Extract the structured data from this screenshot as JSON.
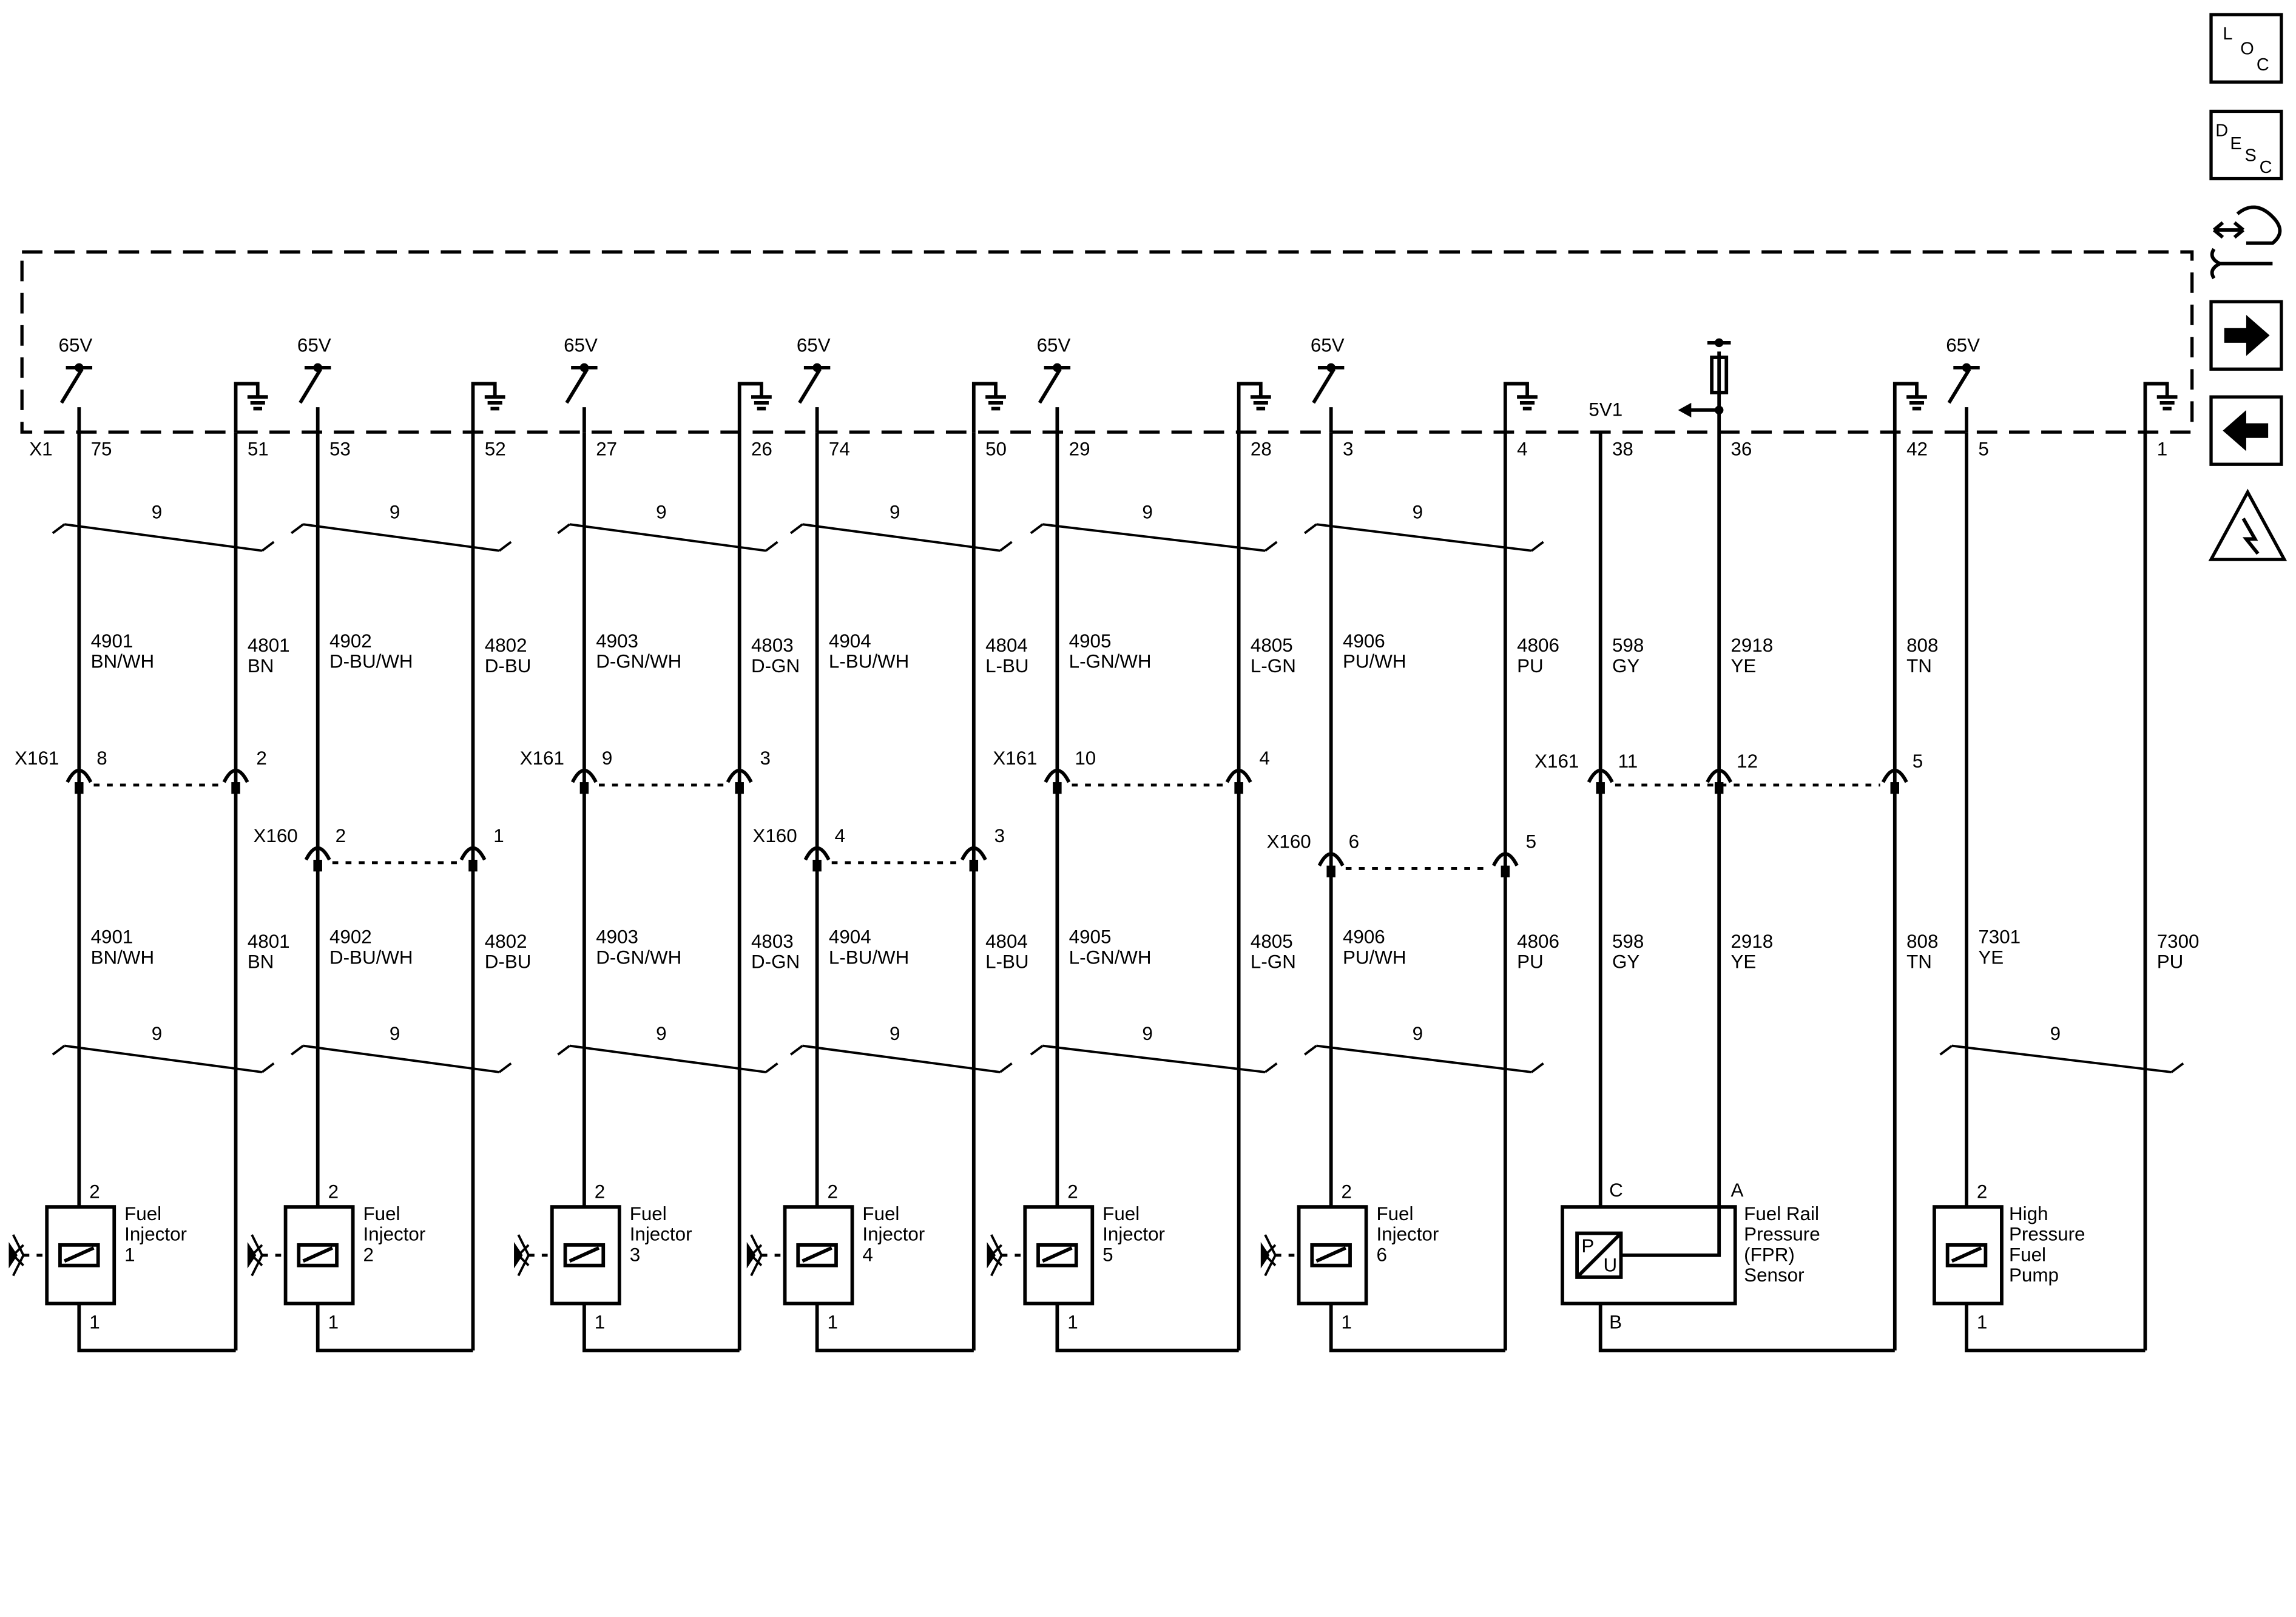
{
  "module": {
    "connector": "X1",
    "ref_5v": "5V1"
  },
  "injectors": [
    {
      "name": "Fuel Injector 1",
      "label_lines": [
        "Fuel",
        "Injector",
        "1"
      ],
      "supply": "65V",
      "ctrl_pin": "75",
      "low_pin": "51",
      "ctrl_circuit": "4901",
      "ctrl_color": "BN/WH",
      "low_circuit": "4801",
      "low_color": "BN",
      "inline_conn": "X161",
      "inline_pin_a": "8",
      "inline_pin_b": "2",
      "bundle": "9",
      "comp_pin_top": "2",
      "comp_pin_bottom": "1"
    },
    {
      "name": "Fuel Injector 2",
      "label_lines": [
        "Fuel",
        "Injector",
        "2"
      ],
      "supply": "65V",
      "ctrl_pin": "53",
      "low_pin": "52",
      "ctrl_circuit": "4902",
      "ctrl_color": "D-BU/WH",
      "low_circuit": "4802",
      "low_color": "D-BU",
      "inline_conn": "X160",
      "inline_pin_a": "2",
      "inline_pin_b": "1",
      "bundle": "9",
      "comp_pin_top": "2",
      "comp_pin_bottom": "1"
    },
    {
      "name": "Fuel Injector 3",
      "label_lines": [
        "Fuel",
        "Injector",
        "3"
      ],
      "supply": "65V",
      "ctrl_pin": "27",
      "low_pin": "26",
      "ctrl_circuit": "4903",
      "ctrl_color": "D-GN/WH",
      "low_circuit": "4803",
      "low_color": "D-GN",
      "inline_conn": "X161",
      "inline_pin_a": "9",
      "inline_pin_b": "3",
      "bundle": "9",
      "comp_pin_top": "2",
      "comp_pin_bottom": "1"
    },
    {
      "name": "Fuel Injector 4",
      "label_lines": [
        "Fuel",
        "Injector",
        "4"
      ],
      "supply": "65V",
      "ctrl_pin": "74",
      "low_pin": "50",
      "ctrl_circuit": "4904",
      "ctrl_color": "L-BU/WH",
      "low_circuit": "4804",
      "low_color": "L-BU",
      "inline_conn": "X160",
      "inline_pin_a": "4",
      "inline_pin_b": "3",
      "bundle": "9",
      "comp_pin_top": "2",
      "comp_pin_bottom": "1"
    },
    {
      "name": "Fuel Injector 5",
      "label_lines": [
        "Fuel",
        "Injector",
        "5"
      ],
      "supply": "65V",
      "ctrl_pin": "29",
      "low_pin": "28",
      "ctrl_circuit": "4905",
      "ctrl_color": "L-GN/WH",
      "low_circuit": "4805",
      "low_color": "L-GN",
      "inline_conn": "X161",
      "inline_pin_a": "10",
      "inline_pin_b": "4",
      "bundle": "9",
      "comp_pin_top": "2",
      "comp_pin_bottom": "1"
    },
    {
      "name": "Fuel Injector 6",
      "label_lines": [
        "Fuel",
        "Injector",
        "6"
      ],
      "supply": "65V",
      "ctrl_pin": "3",
      "low_pin": "4",
      "ctrl_circuit": "4906",
      "ctrl_color": "PU/WH",
      "low_circuit": "4806",
      "low_color": "PU",
      "inline_conn": "X160",
      "inline_pin_a": "6",
      "inline_pin_b": "5",
      "bundle": "9",
      "comp_pin_top": "2",
      "comp_pin_bottom": "1"
    }
  ],
  "fpr_sensor": {
    "label_lines": [
      "Fuel Rail",
      "Pressure",
      "(FPR)",
      "Sensor"
    ],
    "wires": [
      {
        "pin": "38",
        "circuit": "598",
        "color": "GY",
        "inline_pin": "11",
        "comp_pin": "C"
      },
      {
        "pin": "36",
        "circuit": "2918",
        "color": "YE",
        "inline_pin": "12",
        "comp_pin": "A"
      },
      {
        "pin": "42",
        "circuit": "808",
        "color": "TN",
        "inline_pin": "5",
        "comp_pin": "B"
      }
    ],
    "inline_conn": "X161",
    "symbol_p": "P",
    "symbol_u": "U"
  },
  "hp_pump": {
    "label_lines": [
      "High",
      "Pressure",
      "Fuel",
      "Pump"
    ],
    "supply": "65V",
    "ctrl_pin": "5",
    "low_pin": "1",
    "ctrl_circuit": "7301",
    "ctrl_color": "YE",
    "low_circuit": "7300",
    "low_color": "PU",
    "bundle": "9",
    "comp_pin_top": "2",
    "comp_pin_bottom": "1"
  },
  "nav": {
    "loc": [
      "L",
      "O",
      "C"
    ],
    "desc": [
      "D",
      "E",
      "S",
      "C"
    ],
    "icons": [
      "loc-button",
      "desc-button",
      "connector-repair-icon",
      "next-page-arrow-icon",
      "previous-page-arrow-icon",
      "high-voltage-warning-icon"
    ]
  }
}
